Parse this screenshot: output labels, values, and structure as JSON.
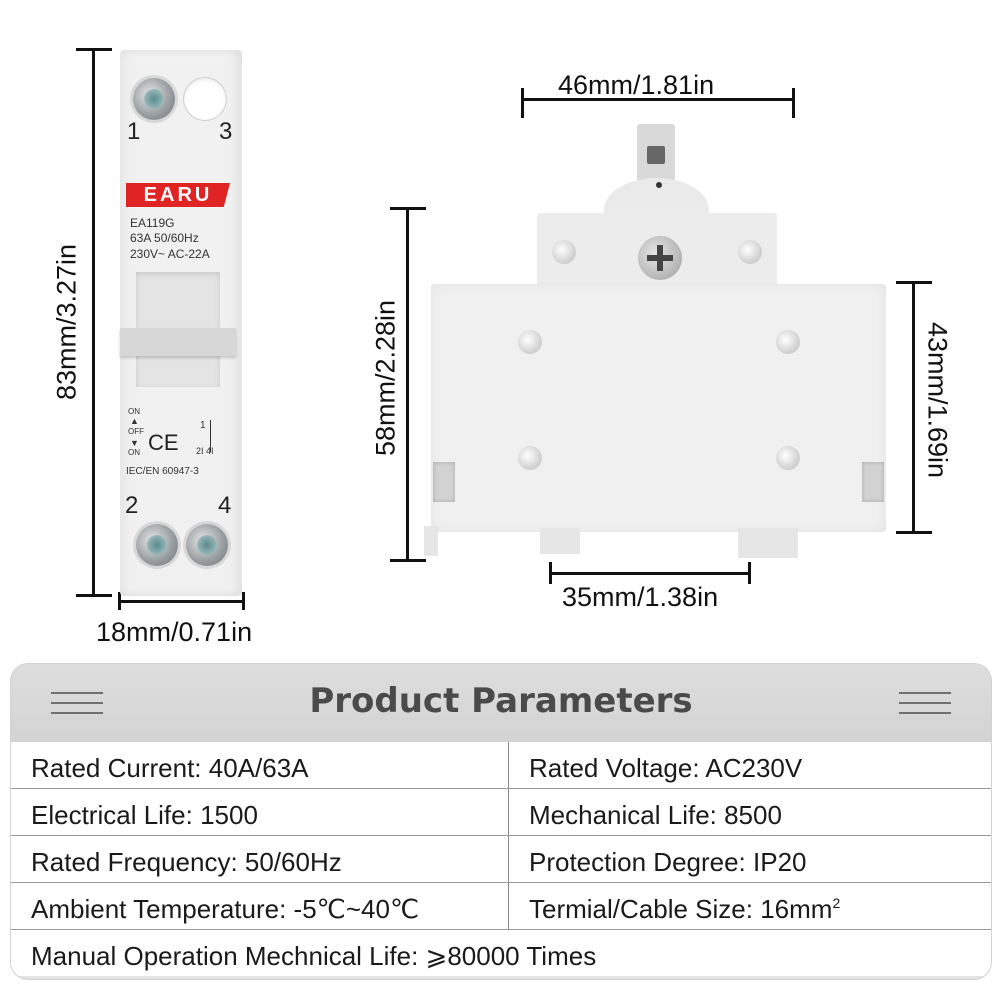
{
  "dimensions": {
    "height_front": "83mm/3.27in",
    "width_front": "18mm/0.71in",
    "width_side": "46mm/1.81in",
    "height_side": "58mm/2.28in",
    "height_side_body": "43mm/1.69in",
    "rail_width": "35mm/1.38in"
  },
  "breaker": {
    "terminal_top_left": "1",
    "terminal_top_right": "3",
    "terminal_bottom_left": "2",
    "terminal_bottom_right": "4",
    "brand": "EARU",
    "model": "EA119G",
    "rating": "63A 50/60Hz",
    "voltage": "230V~  AC-22A",
    "on_label": "ON",
    "off_label": "OFF",
    "on_label_bottom": "ON",
    "ce_mark": "CE",
    "standard": "IEC/EN 60947-3",
    "diagram_top": "1",
    "diagram_bottom": "2I 4I",
    "brand_color": "#e02424"
  },
  "parameters": {
    "title": "Product Parameters",
    "rows": [
      {
        "left": "Rated Current: 40A/63A",
        "right": "Rated Voltage: AC230V"
      },
      {
        "left": "Electrical Life: 1500",
        "right": "Mechanical Life: 8500"
      },
      {
        "left": "Rated Frequency: 50/60Hz",
        "right": "Protection Degree: IP20"
      },
      {
        "left": "Ambient Temperature: -5℃~40℃",
        "right": "Termial/Cable Size: 16mm",
        "right_sup": "2"
      }
    ],
    "full_row": "Manual Operation Mechnical Life: ⩾80000 Times"
  }
}
